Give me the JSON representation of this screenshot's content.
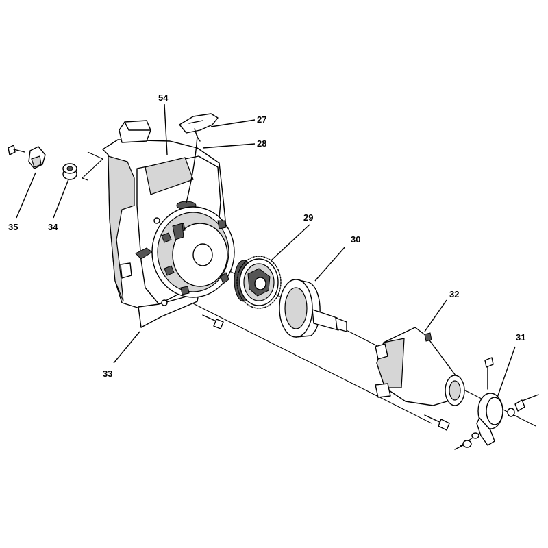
{
  "callouts": {
    "c27": "27",
    "c28": "28",
    "c29": "29",
    "c30": "30",
    "c31": "31",
    "c32": "32",
    "c33": "33",
    "c34": "34",
    "c35": "35",
    "c54": "54"
  },
  "colors": {
    "ink": "#000000",
    "background": "#ffffff",
    "shade": "#d6d6d6"
  }
}
